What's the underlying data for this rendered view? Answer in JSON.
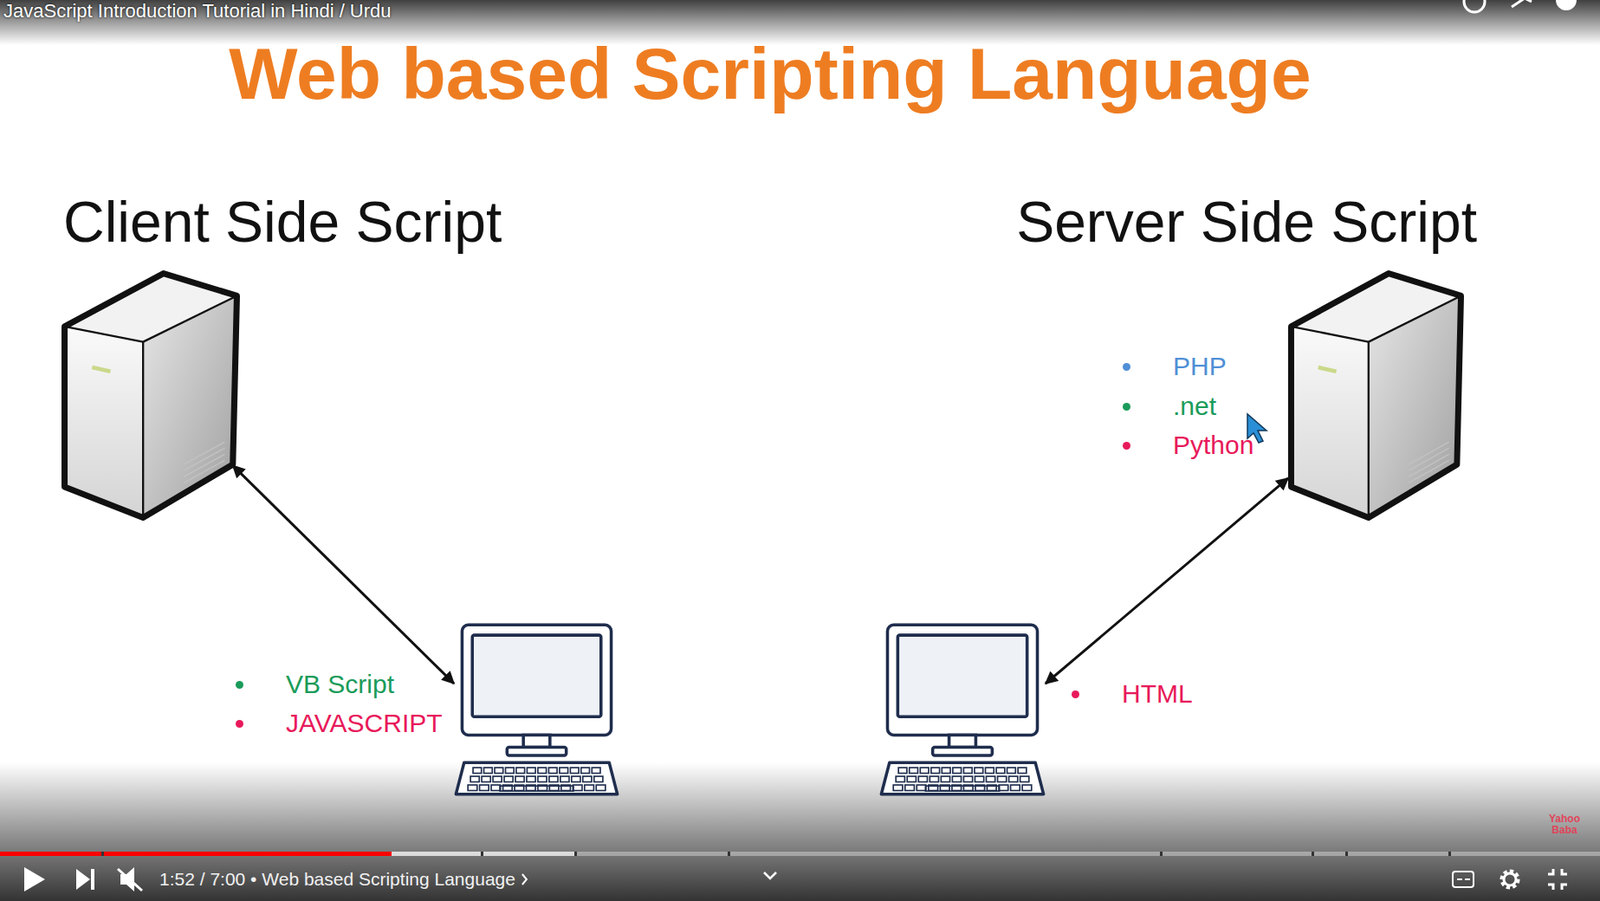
{
  "diagram": {
    "title": "Web based Scripting Language",
    "nodes": [
      {
        "text": [
          "Client Side Script"
        ]
      },
      {
        "text": [
          "VB Script",
          "JAVASCRIPT"
        ]
      },
      {
        "text": [
          "Server Side Script",
          "PHP",
          ".net",
          "Python"
        ]
      },
      {
        "text": [
          "HTML"
        ]
      }
    ],
    "edges": [
      {
        "from": 0,
        "to": 1,
        "arrow": "both"
      },
      {
        "from": 3,
        "to": 2,
        "arrow": "both"
      }
    ],
    "labels": [
      "JavaScript Introduction Tutorial in Hindi / Urdu",
      "1:52 / 7:00 • Web based Scripting Language",
      "Yahoo Baba"
    ]
  }
}
